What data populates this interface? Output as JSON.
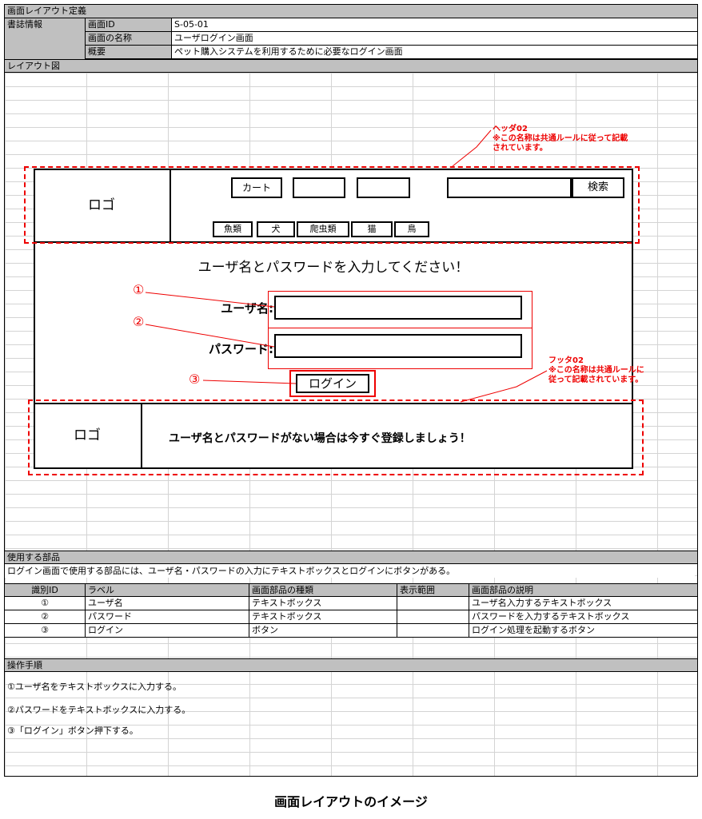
{
  "title": "画面レイアウト定義",
  "doc_info": {
    "label": "書誌情報",
    "rows": [
      {
        "key": "画面ID",
        "value": "S-05-01"
      },
      {
        "key": "画面の名称",
        "value": "ユーザログイン画面"
      },
      {
        "key": "概要",
        "value": "ペット購入システムを利用するために必要なログイン画面"
      }
    ]
  },
  "layout_section": "レイアウト図",
  "mock": {
    "header_logo": "ロゴ",
    "cart_button": "カート",
    "search_button": "検索",
    "categories": [
      "魚類",
      "犬",
      "爬虫類",
      "猫",
      "鳥"
    ],
    "prompt": "ユーザ名とパスワードを入力してください！",
    "username_label": "ユーザ名:",
    "password_label": "パスワード:",
    "login_button": "ログイン",
    "footer_logo": "ロゴ",
    "footer_text": "ユーザ名とパスワードがない場合は今すぐ登録しましょう！",
    "marker_1": "①",
    "marker_2": "②",
    "marker_3": "③"
  },
  "annotations": {
    "header": {
      "name": "ヘッダ02",
      "line1": "※この名称は共通ルールに従って記載",
      "line2": "されています。"
    },
    "footer": {
      "name": "フッタ02",
      "line1": "※この名称は共通ルールに",
      "line2": "従って記載されています。"
    }
  },
  "parts_section": "使用する部品",
  "parts_desc": "ログイン画面で使用する部品には、ユーザ名・パスワードの入力にテキストボックスとログインにボタンがある。",
  "parts_table": {
    "headers": [
      "識別ID",
      "ラベル",
      "画面部品の種類",
      "表示範囲",
      "画面部品の説明"
    ],
    "rows": [
      [
        "①",
        "ユーザ名",
        "テキストボックス",
        "",
        "ユーザ名入力するテキストボックス"
      ],
      [
        "②",
        "パスワード",
        "テキストボックス",
        "",
        "パスワードを入力するテキストボックス"
      ],
      [
        "③",
        "ログイン",
        "ボタン",
        "",
        "ログイン処理を起動するボタン"
      ]
    ]
  },
  "procedure_section": "操作手順",
  "procedure_steps": [
    "①ユーザ名をテキストボックスに入力する。",
    "②パスワードをテキストボックスに入力する。",
    "③「ログイン」ボタン押下する。"
  ],
  "caption": "画面レイアウトのイメージ"
}
